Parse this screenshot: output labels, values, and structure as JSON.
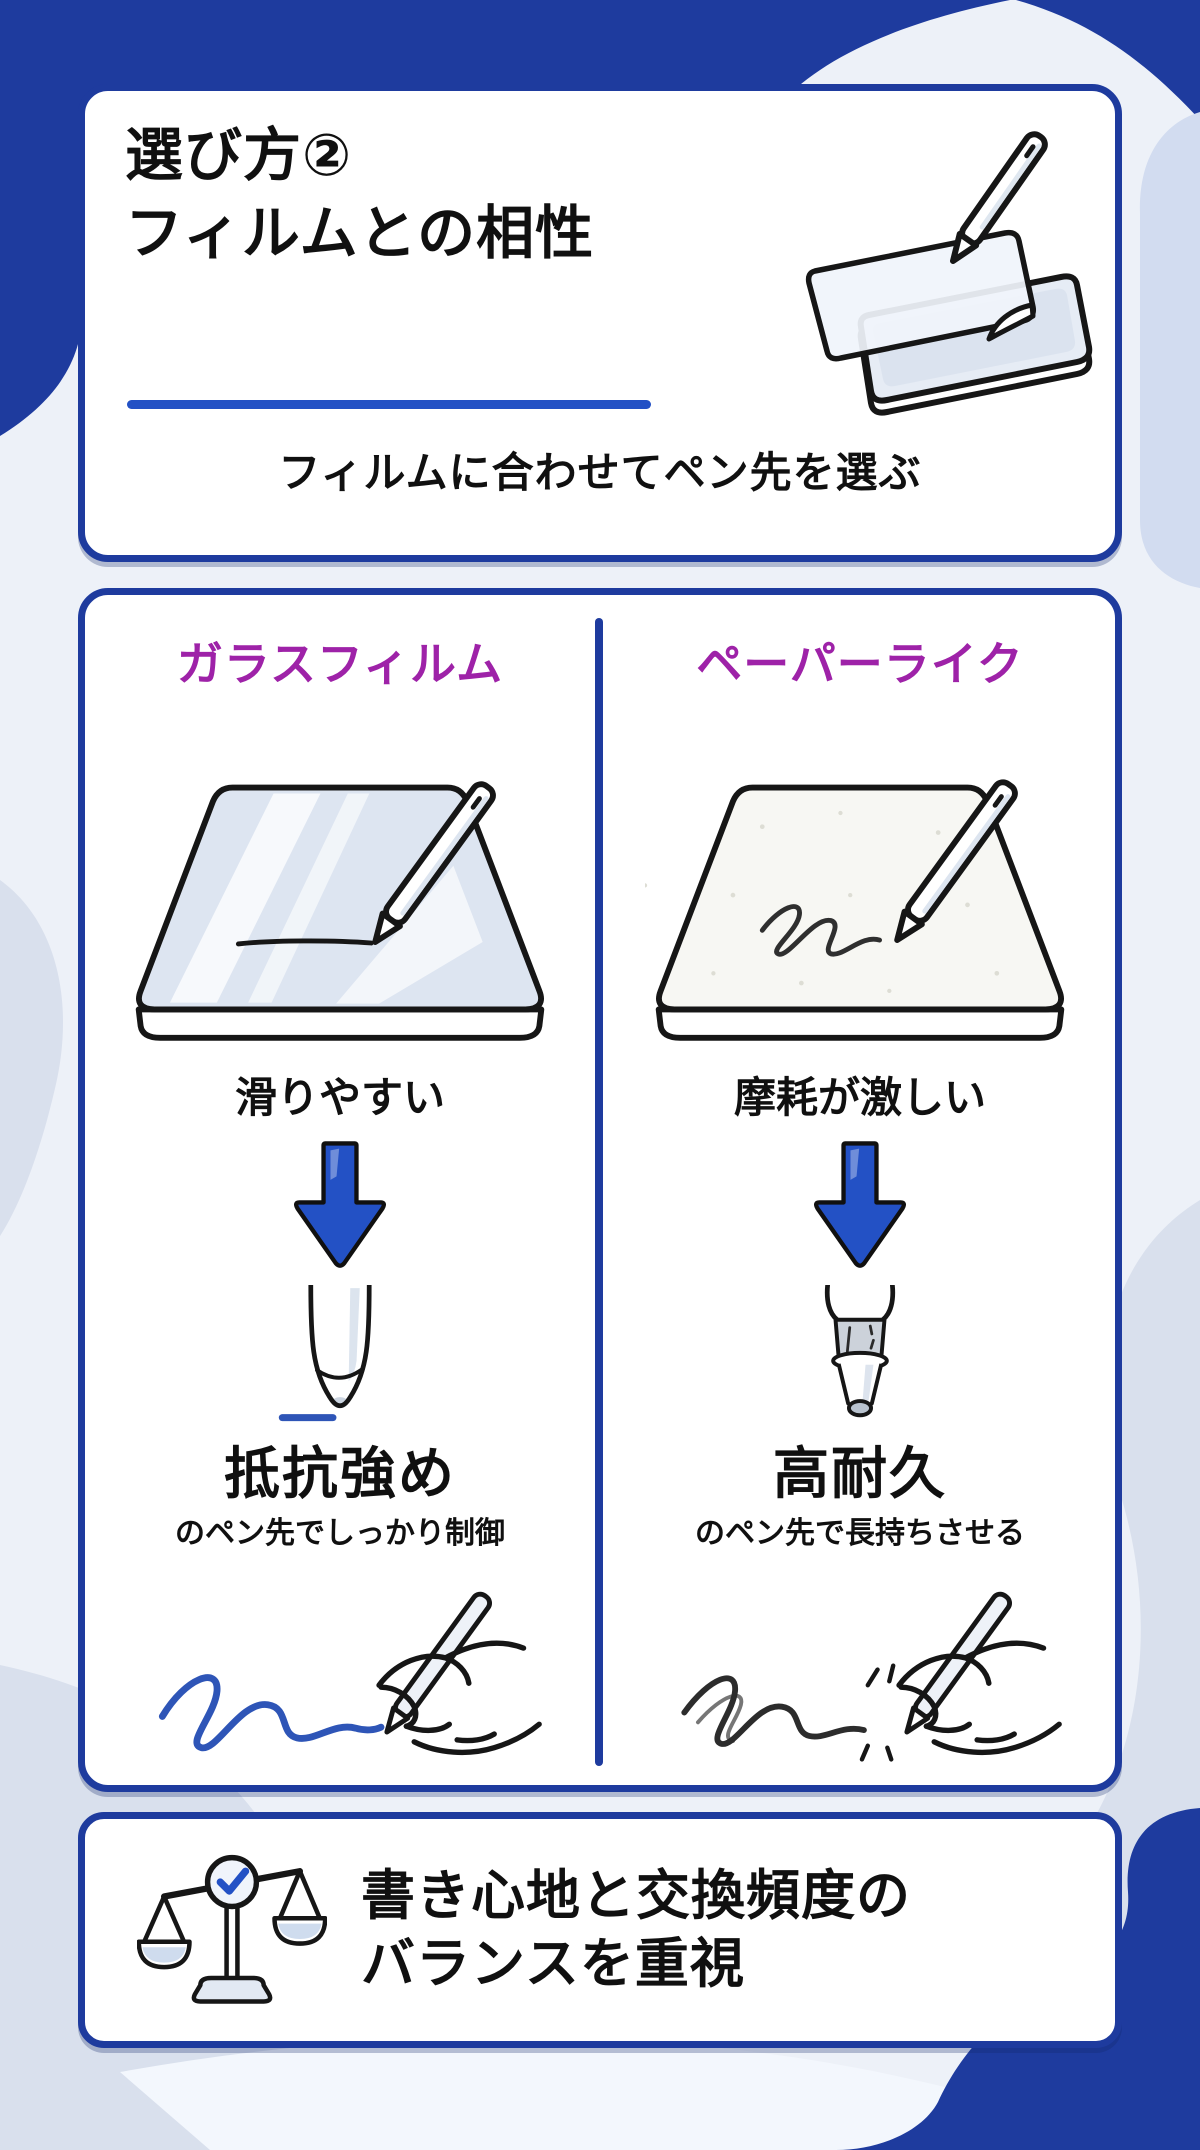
{
  "header": {
    "title_line1": "選び方②",
    "title_line2": "フィルムとの相性",
    "subtitle": "フィルムに合わせてペン先を選ぶ"
  },
  "comparison": {
    "left": {
      "label": "ガラスフィルム",
      "property": "滑りやすい",
      "result_title": "抵抗強め",
      "result_desc": "のペン先でしっかり制御"
    },
    "right": {
      "label": "ペーパーライク",
      "property": "摩耗が激しい",
      "result_title": "高耐久",
      "result_desc": "のペン先で長持ちさせる"
    }
  },
  "footer": {
    "line1": "書き心地と交換頻度の",
    "line2": "バランスを重視"
  },
  "icons": {
    "header_illustration": "tablet-film-stylus-illustration",
    "left_scene": "glass-film-tablet-illustration",
    "right_scene": "paperlike-film-tablet-illustration",
    "down_arrow": "down-arrow-icon",
    "left_tip": "smooth-pen-tip-illustration",
    "right_tip": "durable-pen-tip-illustration",
    "left_hand": "hand-writing-smooth-illustration",
    "right_hand": "hand-writing-rough-illustration",
    "footer_icon": "balance-scale-icon",
    "check_icon": "checkmark-icon"
  },
  "colors": {
    "navy": "#1e3b9e",
    "blue": "#2351c5",
    "blue2": "#2e55b7",
    "purple": "#9e22a8",
    "bg": "#edf1f8",
    "bg-gray": "#d9e0ed",
    "ink": "#101010"
  }
}
